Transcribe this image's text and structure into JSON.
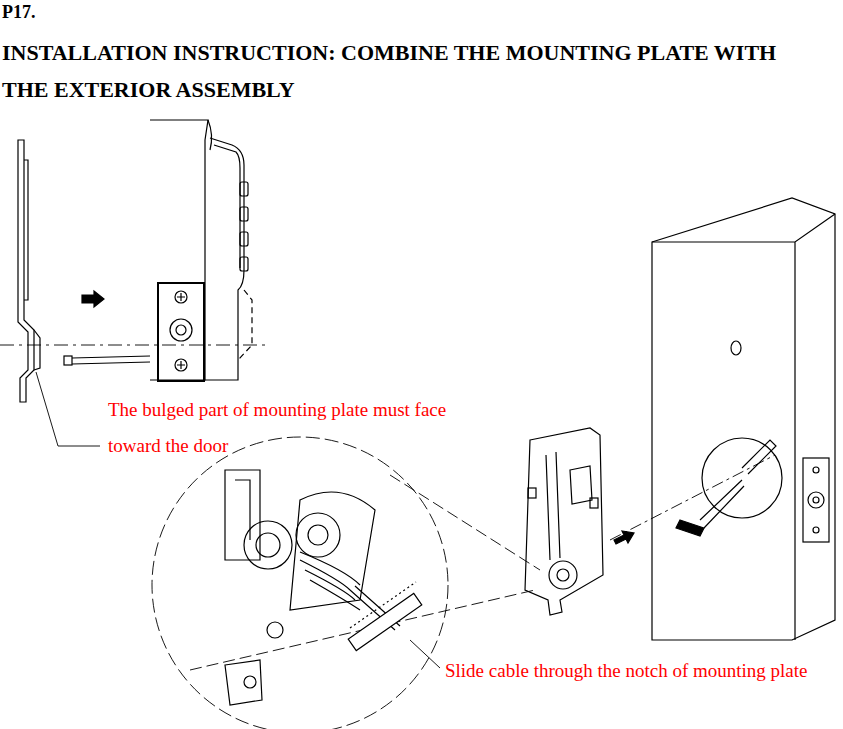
{
  "diagram": {
    "title": "INSTALLATION INSTRUCTION: COMBINE THE MOUNTING PLATE WITH THE EXTERIOR ASSEMBLY",
    "labels": [
      "P17.",
      "The bulged part of mounting plate must face toward the door",
      "Slide cable through the notch of mounting plate"
    ]
  }
}
